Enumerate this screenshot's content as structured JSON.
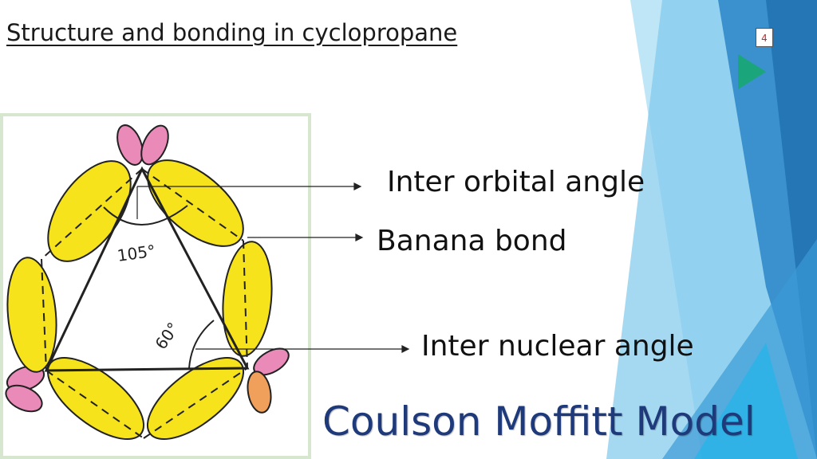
{
  "slide": {
    "title": "Structure and bonding in cyclopropane",
    "page_number": "4",
    "model_title": "Coulson Moffitt Model"
  },
  "diagram": {
    "labels": {
      "inter_orbital_angle": "Inter orbital angle",
      "banana_bond": "Banana bond",
      "inter_nuclear_angle": "Inter nuclear angle"
    },
    "handwritten": {
      "angle_105": "105°",
      "angle_60": "60°"
    }
  },
  "colors": {
    "lobe_yellow": "#f6e31c",
    "lobe_pink": "#e98ab8",
    "title_blue": "#1f3a7a",
    "deco_blue": "#2e86c8",
    "deco_light": "#8fd0ef"
  }
}
